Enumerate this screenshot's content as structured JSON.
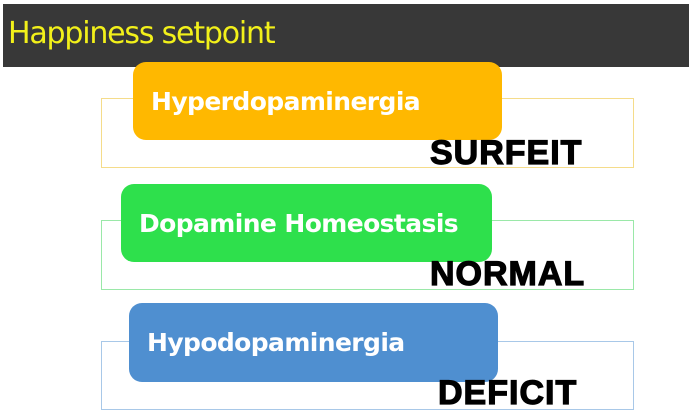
{
  "header": {
    "title": "Happiness setpoint",
    "background_color": "#383838",
    "title_color": "#f2f01a"
  },
  "levels": [
    {
      "name": "Hyperdopaminergia",
      "state": "SURFEIT",
      "fill_color": "#ffb800",
      "outline_color": "#f5dc8a"
    },
    {
      "name": "Dopamine Homeostasis",
      "state": "NORMAL",
      "fill_color": "#2ee04c",
      "outline_color": "#9ae8a8"
    },
    {
      "name": "Hypodopaminergia",
      "state": "DEFICIT",
      "fill_color": "#4f8fd0",
      "outline_color": "#a8c8e8"
    }
  ]
}
